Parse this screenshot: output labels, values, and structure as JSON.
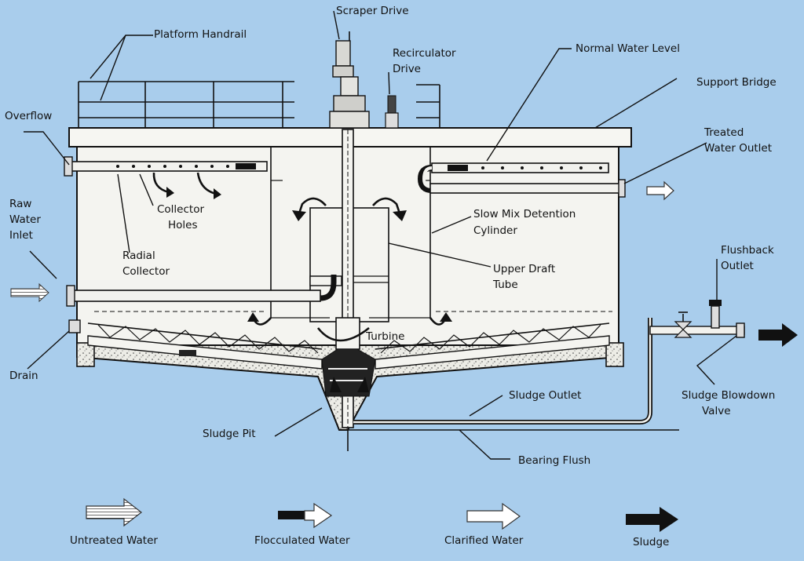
{
  "labels": {
    "scraper_drive": "Scraper Drive",
    "platform_handrail": "Platform Handrail",
    "recirculator_drive_1": "Recirculator",
    "recirculator_drive_2": "Drive",
    "normal_water_level": "Normal Water Level",
    "support_bridge": "Support Bridge",
    "overflow": "Overflow",
    "treated_water_outlet_1": "Treated",
    "treated_water_outlet_2": "Water Outlet",
    "raw_water_inlet_1": "Raw",
    "raw_water_inlet_2": "Water",
    "raw_water_inlet_3": "Inlet",
    "collector_holes_1": "Collector",
    "collector_holes_2": "Holes",
    "radial_collector_1": "Radial",
    "radial_collector_2": "Collector",
    "slow_mix_1": "Slow Mix Detention",
    "slow_mix_2": "Cylinder",
    "upper_draft_1": "Upper Draft",
    "upper_draft_2": "Tube",
    "flushback_1": "Flushback",
    "flushback_2": "Outlet",
    "turbine": "Turbine",
    "drain": "Drain",
    "sludge_outlet": "Sludge Outlet",
    "sludge_blowdown_1": "Sludge Blowdown",
    "sludge_blowdown_2": "Valve",
    "sludge_pit": "Sludge Pit",
    "bearing_flush": "Bearing Flush"
  },
  "legend": [
    {
      "label": "Untreated Water",
      "icon": "hatched-arrow-icon"
    },
    {
      "label": "Flocculated Water",
      "icon": "black-white-arrow-icon"
    },
    {
      "label": "Clarified Water",
      "icon": "white-arrow-icon"
    },
    {
      "label": "Sludge",
      "icon": "black-arrow-icon"
    }
  ],
  "colors": {
    "background": "#a9cdec",
    "line": "#111111",
    "tank_fill": "#f4f4f0"
  }
}
